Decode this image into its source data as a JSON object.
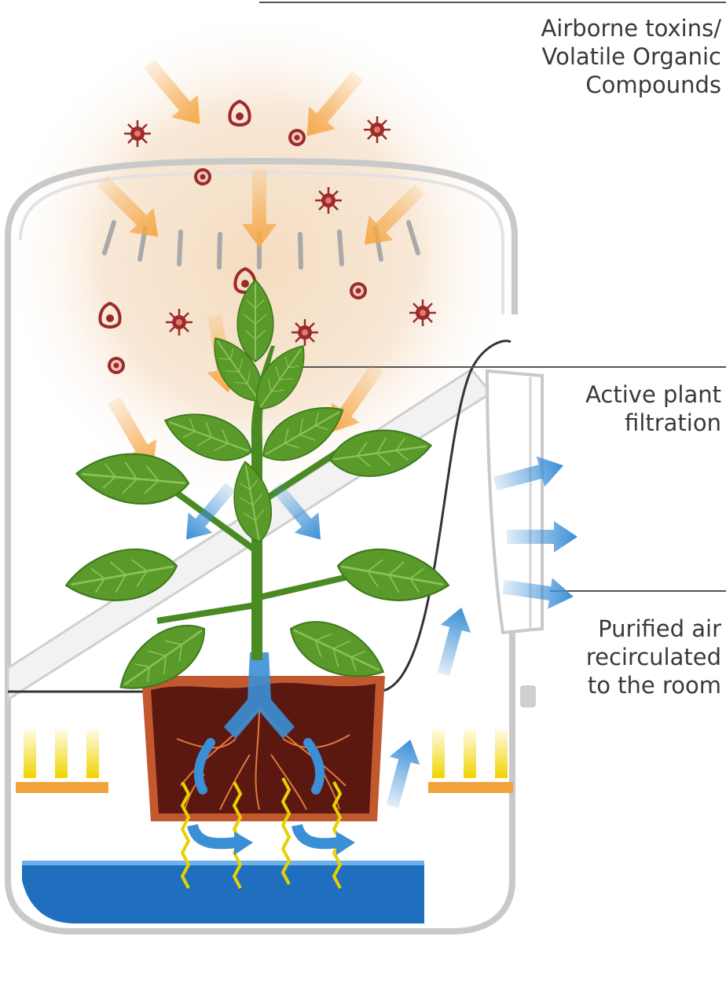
{
  "labels": {
    "toxins": [
      "Airborne toxins/",
      "Volatile Organic",
      "Compounds"
    ],
    "filtration": [
      "Active plant",
      "filtration"
    ],
    "purified": [
      "Purified air",
      "recirculated",
      "to the room"
    ]
  },
  "colors": {
    "toxin_arrow": "#f6a94a",
    "clean_arrow": "#3b8fd6",
    "water": "#1f6fbe",
    "soil": "#5a1810",
    "pot": "#c2592e",
    "leaf": "#5a9a2a",
    "leaf_dark": "#3f7a1c",
    "germ": "#9b2b2b",
    "light": "#f2d400",
    "light_base": "#f2a23a",
    "housing": "#c9c9c9",
    "line": "#333333"
  },
  "icons": [
    "toxin-particle-icon",
    "plant-icon",
    "water-reservoir-icon",
    "grow-light-icon"
  ]
}
